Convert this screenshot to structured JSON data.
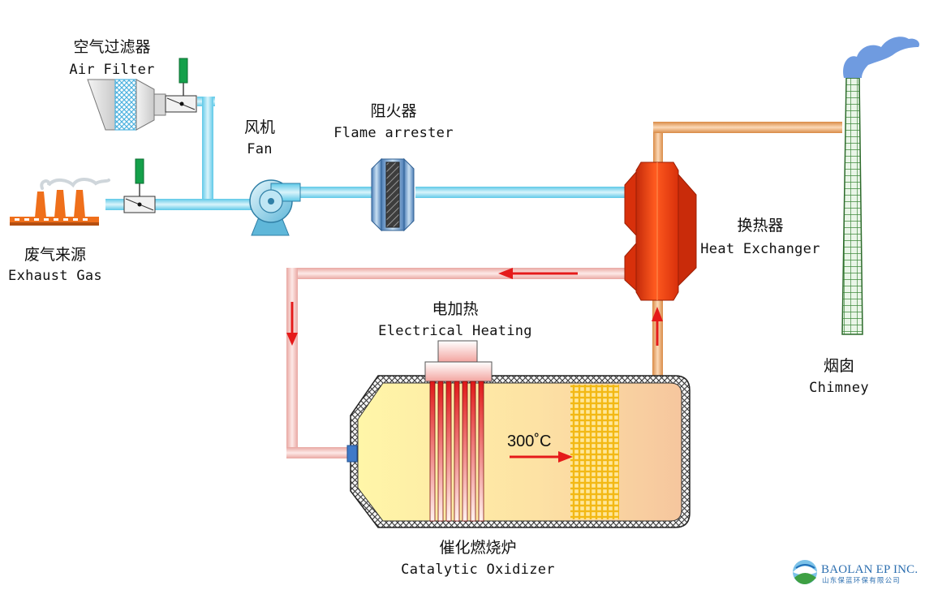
{
  "labels": {
    "air_filter": {
      "zh": "空气过滤器",
      "en": "Air Filter"
    },
    "exhaust_gas": {
      "zh": "废气来源",
      "en": "Exhaust Gas"
    },
    "fan": {
      "zh": "风机",
      "en": "Fan"
    },
    "flame_arrester": {
      "zh": "阻火器",
      "en": "Flame arrester"
    },
    "heat_exchanger": {
      "zh": "换热器",
      "en": "Heat Exchanger"
    },
    "chimney": {
      "zh": "烟囱",
      "en": "Chimney"
    },
    "electrical_heating": {
      "zh": "电加热",
      "en": "Electrical Heating"
    },
    "catalytic_oxidizer": {
      "zh": "催化燃烧炉",
      "en": "Catalytic Oxidizer"
    },
    "temperature": "300˚C"
  },
  "brand": {
    "name": "BAOLAN EP INC.",
    "subtitle": "山东保蓝环保有限公司"
  },
  "icons": [
    "factory-icon",
    "valve-icon",
    "air-filter-icon",
    "fan-icon",
    "flame-arrester-icon",
    "heat-exchanger-icon",
    "chimney-icon",
    "smoke-icon",
    "heater-icon",
    "catalyst-bed-icon",
    "flow-arrow-icon",
    "brand-logo-icon"
  ],
  "colors": {
    "clean_pipe": "#a8e2f2",
    "recycle_pipe": "#f4c6c2",
    "hot_pipe": "#e8a66a",
    "flow_arrow": "#e51a1a",
    "exchanger": "#e83a12",
    "chimney": "#3f8a3c",
    "smoke": "#5b8fd8",
    "catalyst": "#f3b915",
    "brand": "#2d6fb0"
  }
}
